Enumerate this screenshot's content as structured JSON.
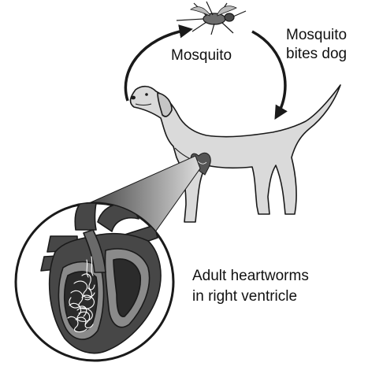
{
  "labels": {
    "mosquito": "Mosquito",
    "bite_line1": "Mosquito",
    "bite_line2": "bites dog",
    "worms_line1": "Adult heartworms",
    "worms_line2": "in right ventricle"
  },
  "colors": {
    "outline": "#1a1a1a",
    "dog_fill": "#dadada",
    "heart_dark": "#474747",
    "heart_mid": "#8a8a8a",
    "chamber": "#2b2b2b",
    "worms": "#ffffff"
  }
}
